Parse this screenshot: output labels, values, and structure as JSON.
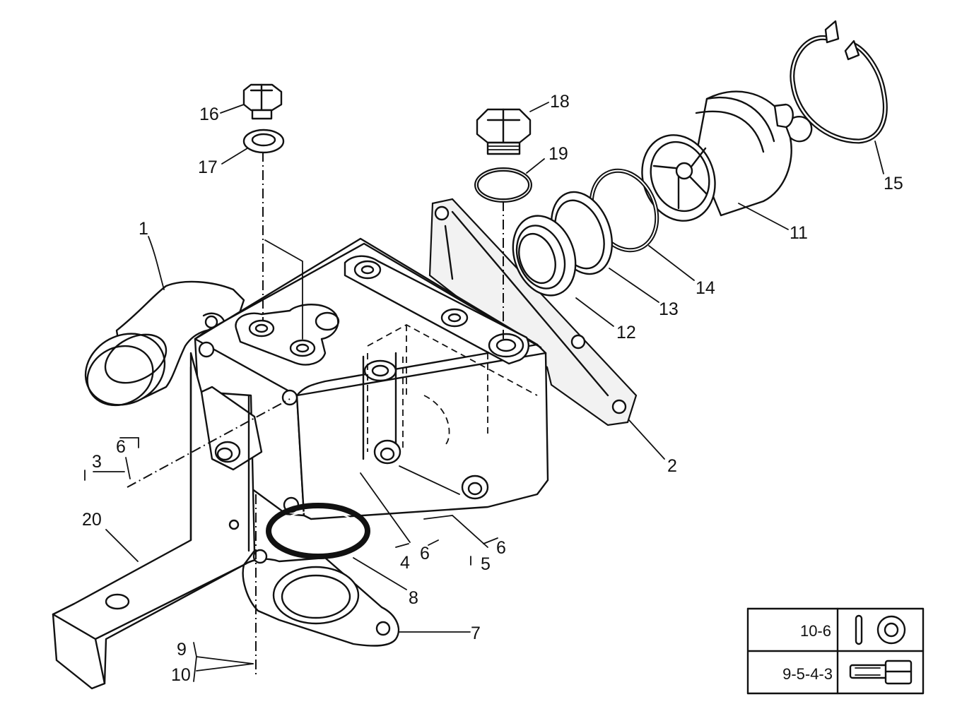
{
  "callouts": {
    "c1": "1",
    "c2": "2",
    "c3": "3",
    "c4": "4",
    "c5": "5",
    "c6a": "6",
    "c6b": "6",
    "c6c": "6",
    "c7": "7",
    "c8": "8",
    "c9": "9",
    "c10": "10",
    "c11": "11",
    "c12": "12",
    "c13": "13",
    "c14": "14",
    "c15": "15",
    "c16": "16",
    "c17": "17",
    "c18": "18",
    "c19": "19",
    "c20": "20"
  },
  "reference_table": {
    "row1_ref": "10-6",
    "row2_ref": "9-5-4-3",
    "row1_icons": [
      "pin-icon",
      "washer-icon"
    ],
    "row2_icons": [
      "bolt-icon"
    ]
  }
}
